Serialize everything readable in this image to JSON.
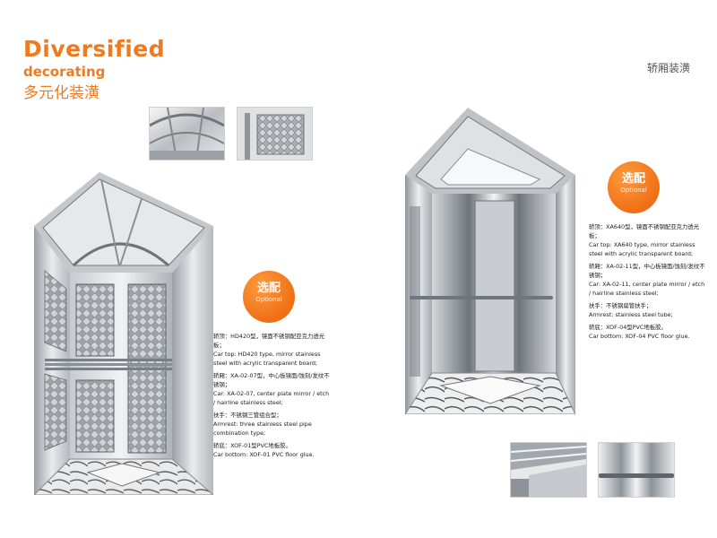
{
  "header": {
    "title": "Diversified",
    "subtitle": "decorating",
    "title_cn": "多元化装潢",
    "page_label": "轿厢装潢"
  },
  "left_badge": {
    "cn": "选配",
    "en": "Optional"
  },
  "right_badge": {
    "cn": "选配",
    "en": "Optional"
  },
  "left_specs": [
    {
      "cn": "轿顶：HD420型，镜面不锈钢配亚克力透光板；",
      "en": "Car top: HD420 type, mirror stainless steel with acrylic transparent board;"
    },
    {
      "cn": "轿厢：XA-02-07型，中心板镜面/蚀刻/发纹不锈钢；",
      "en": "Car: XA-02-07, center plate mirror / etch / hairline stainless steel;"
    },
    {
      "cn": "扶手：不锈钢三管组合型；",
      "en": "Armrest: three stainless steel pipe combination type;"
    },
    {
      "cn": "轿底：XOF-01型PVC地板胶。",
      "en": "Car bottom: XOF-01 PVC floor glue."
    }
  ],
  "right_specs": [
    {
      "cn": "轿顶：XA640型，镜面不锈钢配亚克力透光板；",
      "en": "Car top: XA640 type, mirror stainless steel with acrylic transparent board;"
    },
    {
      "cn": "轿厢：XA-02-11型，中心板镜面/蚀刻/发纹不锈钢；",
      "en": "Car: XA-02-11, center plate mirror / etch / hairline stainless steel;"
    },
    {
      "cn": "扶手：不锈钢扁管扶手；",
      "en": "Armrest: stainless steel tube;"
    },
    {
      "cn": "轿底：XOF-04型PVC地板胶。",
      "en": "Car bottom: XOF-04 PVC floor glue."
    }
  ],
  "colors": {
    "accent": "#ef7a1f",
    "steel_light": "#e6e8ea",
    "steel_dark": "#8c9196"
  }
}
